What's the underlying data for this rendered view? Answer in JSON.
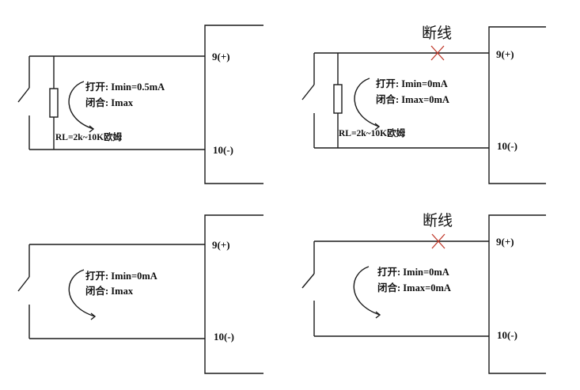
{
  "diagrams": [
    {
      "terminal_pos": "9(+)",
      "terminal_neg": "10(-)",
      "open_text": "打开: Imin=0.5mA",
      "close_text": "闭合: Imax",
      "resistor_label": "RL=2k~10K欧姆",
      "break_label": ""
    },
    {
      "terminal_pos": "9(+)",
      "terminal_neg": "10(-)",
      "open_text": "打开: Imin=0mA",
      "close_text": "闭合: Imax=0mA",
      "resistor_label": "RL=2k~10K欧姆",
      "break_label": "断线"
    },
    {
      "terminal_pos": "9(+)",
      "terminal_neg": "10(-)",
      "open_text": "打开: Imin=0mA",
      "close_text": "闭合: Imax",
      "resistor_label": "",
      "break_label": ""
    },
    {
      "terminal_pos": "9(+)",
      "terminal_neg": "10(-)",
      "open_text": "打开: Imin=0mA",
      "close_text": "闭合: Imax=0mA",
      "resistor_label": "",
      "break_label": "断线"
    }
  ],
  "colors": {
    "line": "#1a1a1a",
    "break_mark": "#c0392b"
  }
}
